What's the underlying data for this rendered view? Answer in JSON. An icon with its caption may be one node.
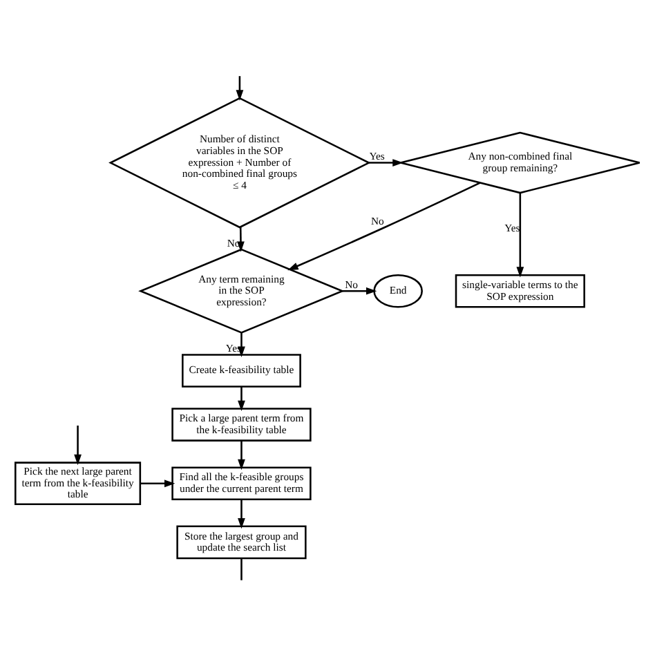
{
  "diagram": {
    "nodes": [
      {
        "text": [
          "single-variable terms to the SOP expression"
        ]
      },
      {
        "text": [
          "Any non-combined final group remaining?"
        ]
      },
      {
        "text": [
          "Number of distinct variables in the SOP expression + Number of non-combined final groups ≤ 4"
        ]
      },
      {
        "text": [
          "End"
        ]
      },
      {
        "text": [
          "Any term remaining in the SOP expression?"
        ]
      },
      {
        "text": [
          "Create k-feasibility table"
        ]
      },
      {
        "text": [
          "Pick a large parent term from the k-feasibility table"
        ]
      },
      {
        "text": [
          "Find all the k-feasible groups under the current parent term"
        ]
      },
      {
        "text": [
          "Pick the next large parent term from the k-feasibility table"
        ]
      },
      {
        "text": [
          "Store the largest group and update the search list"
        ]
      }
    ],
    "edges": [
      {
        "from": null,
        "to": 2,
        "arrow": "to"
      },
      {
        "from": 2,
        "to": 1,
        "arrow": "to",
        "label": "Yes"
      },
      {
        "from": 1,
        "to": 0,
        "arrow": "to",
        "label": "Yes"
      },
      {
        "from": 1,
        "to": 4,
        "arrow": "to",
        "label": "No"
      },
      {
        "from": 2,
        "to": 4,
        "arrow": "to",
        "label": "No"
      },
      {
        "from": 4,
        "to": 3,
        "arrow": "to",
        "label": "No"
      },
      {
        "from": 4,
        "to": 5,
        "arrow": "to",
        "label": "Yes"
      },
      {
        "from": 5,
        "to": 6,
        "arrow": "to"
      },
      {
        "from": 6,
        "to": 7,
        "arrow": "to"
      },
      {
        "from": 8,
        "to": 7,
        "arrow": "to"
      },
      {
        "from": 7,
        "to": 9,
        "arrow": "to"
      },
      {
        "from": null,
        "to": 8,
        "arrow": "to"
      },
      {
        "from": 9,
        "to": null,
        "arrow": "none"
      }
    ]
  }
}
